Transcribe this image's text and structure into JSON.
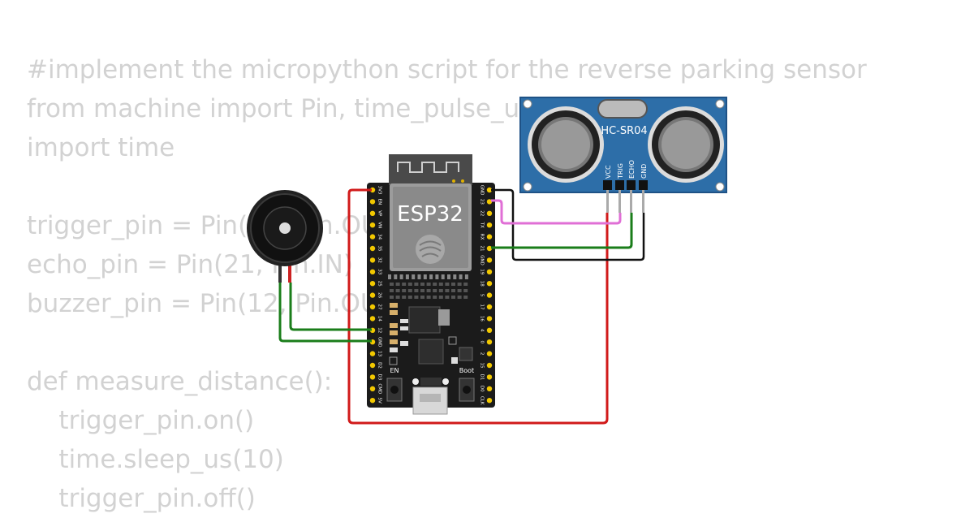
{
  "code_lines": [
    "#implement the micropython script for the reverse parking sensor",
    "from machine import Pin, time_pulse_us",
    "import time",
    "",
    "trigger_pin = Pin(23, Pin.OUT)",
    "echo_pin = Pin(21, Pin.IN)",
    "buzzer_pin = Pin(12, Pin.OUT)",
    "",
    "def measure_distance():",
    "    trigger_pin.on()",
    "    time.sleep_us(10)",
    "    trigger_pin.off()"
  ],
  "esp32": {
    "label": "ESP32",
    "en_label": "EN",
    "boot_label": "Boot",
    "left_pins": [
      "3V3",
      "EN",
      "VP",
      "VN",
      "34",
      "35",
      "32",
      "33",
      "25",
      "26",
      "27",
      "14",
      "12",
      "GND",
      "13",
      "D2",
      "D3",
      "CMD",
      "5V"
    ],
    "right_pins": [
      "GND",
      "23",
      "22",
      "TX",
      "RX",
      "21",
      "GND",
      "19",
      "18",
      "5",
      "17",
      "16",
      "4",
      "0",
      "2",
      "15",
      "D1",
      "D0",
      "CLK"
    ]
  },
  "sensor": {
    "label": "HC-SR04",
    "pins": [
      "VCC",
      "TRIG",
      "ECHO",
      "GND"
    ]
  },
  "wire_colors": {
    "power": "#d11a1a",
    "ground": "#111111",
    "trigger": "#e06fd6",
    "echo": "#1a7d1a",
    "buzzer": "#1a7d1a"
  }
}
